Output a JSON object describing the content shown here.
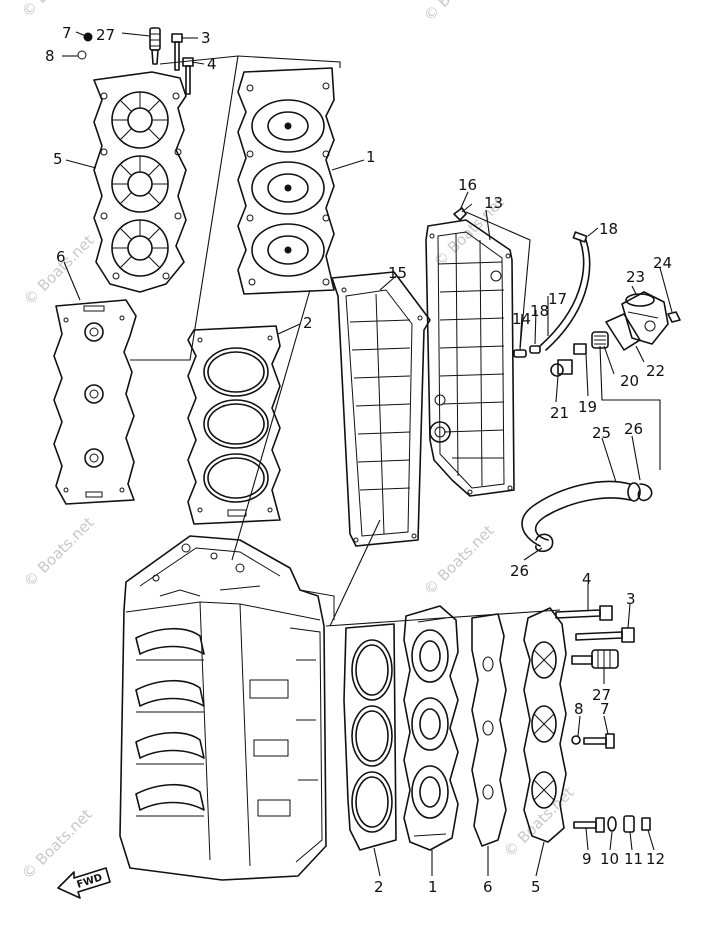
{
  "watermark": "© Boats.net",
  "fwd_label": "FWD",
  "callouts": {
    "c1a": "1",
    "c1b": "1",
    "c2a": "2",
    "c2b": "2",
    "c3a": "3",
    "c3b": "3",
    "c4a": "4",
    "c4b": "4",
    "c5a": "5",
    "c5b": "5",
    "c6a": "6",
    "c6b": "6",
    "c7a": "7",
    "c7b": "7",
    "c8a": "8",
    "c8b": "8",
    "c9": "9",
    "c10": "10",
    "c11": "11",
    "c12": "12",
    "c13": "13",
    "c14": "14",
    "c15": "15",
    "c16": "16",
    "c17": "17",
    "c18a": "18",
    "c18b": "18",
    "c19": "19",
    "c20": "20",
    "c21": "21",
    "c22": "22",
    "c23": "23",
    "c24": "24",
    "c25": "25",
    "c26a": "26",
    "c26b": "26",
    "c27a": "27",
    "c27b": "27"
  }
}
